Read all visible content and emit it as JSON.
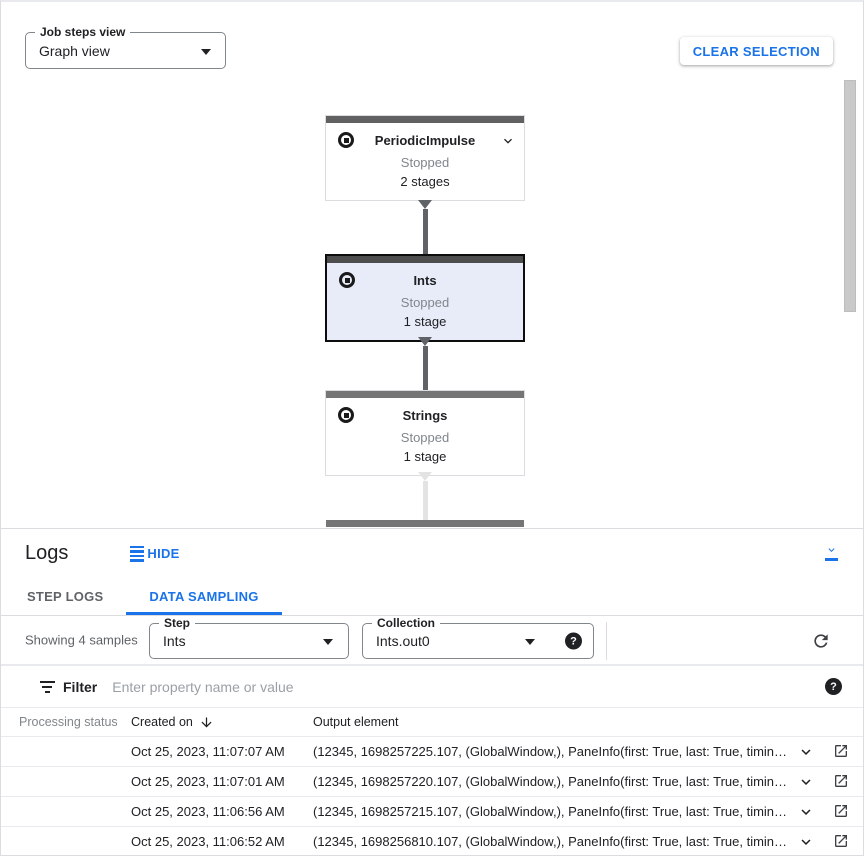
{
  "header": {
    "view_selector": {
      "label": "Job steps view",
      "value": "Graph view"
    },
    "clear_selection_label": "CLEAR SELECTION"
  },
  "graph": {
    "selected_node": "Ints",
    "nodes": [
      {
        "title": "PeriodicImpulse",
        "status": "Stopped",
        "stages": "2 stages"
      },
      {
        "title": "Ints",
        "status": "Stopped",
        "stages": "1 stage"
      },
      {
        "title": "Strings",
        "status": "Stopped",
        "stages": "1 stage"
      }
    ]
  },
  "logs_panel": {
    "title": "Logs",
    "hide_label": "HIDE",
    "tabs": [
      {
        "label": "STEP LOGS",
        "active": false
      },
      {
        "label": "DATA SAMPLING",
        "active": true
      }
    ],
    "sampling": {
      "summary": "Showing 4 samples",
      "step_field": {
        "label": "Step",
        "value": "Ints"
      },
      "collection_field": {
        "label": "Collection",
        "value": "Ints.out0"
      }
    },
    "filter": {
      "label": "Filter",
      "placeholder": "Enter property name or value"
    },
    "table": {
      "columns": {
        "status": "Processing status",
        "created": "Created on",
        "output": "Output element"
      },
      "rows": [
        {
          "created": "Oct 25, 2023, 11:07:07 AM",
          "output": "(12345, 1698257225.107, (GlobalWindow,), PaneInfo(first: True, last: True, timing…"
        },
        {
          "created": "Oct 25, 2023, 11:07:01 AM",
          "output": "(12345, 1698257220.107, (GlobalWindow,), PaneInfo(first: True, last: True, timing…"
        },
        {
          "created": "Oct 25, 2023, 11:06:56 AM",
          "output": "(12345, 1698257215.107, (GlobalWindow,), PaneInfo(first: True, last: True, timing…"
        },
        {
          "created": "Oct 25, 2023, 11:06:52 AM",
          "output": "(12345, 1698256810.107, (GlobalWindow,), PaneInfo(first: True, last: True, timing…"
        }
      ]
    }
  },
  "icons": {
    "dropdown-caret": "▾ css-triangle",
    "stopped-status": "circle-with-center-square",
    "node-expand": "chevron-down",
    "hide-logs": "reorder-horizontal-lines",
    "collapse-panel": "chevron-down-over-bar",
    "help": "? in filled circle",
    "refresh": "circular-arrow",
    "filter": "funnel-stacked-lines",
    "sort-descending": "arrow-down",
    "row-expand": "chevron-down",
    "open-in-new": "external-link-box-arrow",
    "processing-status-dot": "filled-circle"
  },
  "colors": {
    "accent_blue": "#1a73e8",
    "selected_node_bg": "#e7ecf8",
    "node_top_bar": "#616161",
    "stopped_text": "#80868b",
    "edge_dark": "#5f6368",
    "edge_light": "#e3e3e3",
    "divider": "#dadce0"
  }
}
